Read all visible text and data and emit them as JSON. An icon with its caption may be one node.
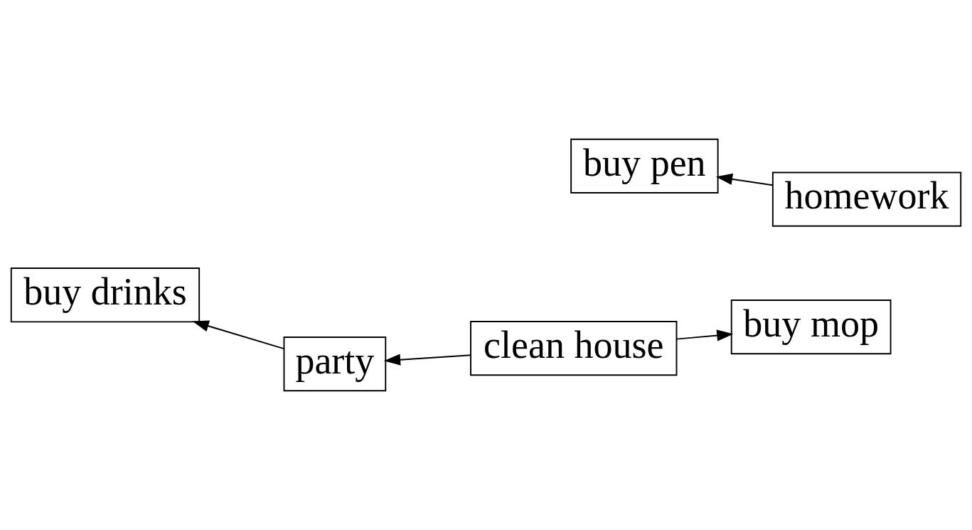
{
  "diagram": {
    "nodes": [
      {
        "text": [
          "buy pen"
        ]
      },
      {
        "text": [
          "clean house"
        ]
      },
      {
        "text": [
          "buy mop"
        ]
      },
      {
        "text": [
          "homework"
        ]
      },
      {
        "text": [
          "party"
        ]
      },
      {
        "text": [
          "buy drinks"
        ]
      }
    ],
    "edges": [
      {
        "from": 3,
        "to": 0,
        "arrow": "to"
      },
      {
        "from": 1,
        "to": 2,
        "arrow": "to"
      },
      {
        "from": 1,
        "to": 4,
        "arrow": "to"
      },
      {
        "from": 4,
        "to": 5,
        "arrow": "to"
      }
    ]
  }
}
